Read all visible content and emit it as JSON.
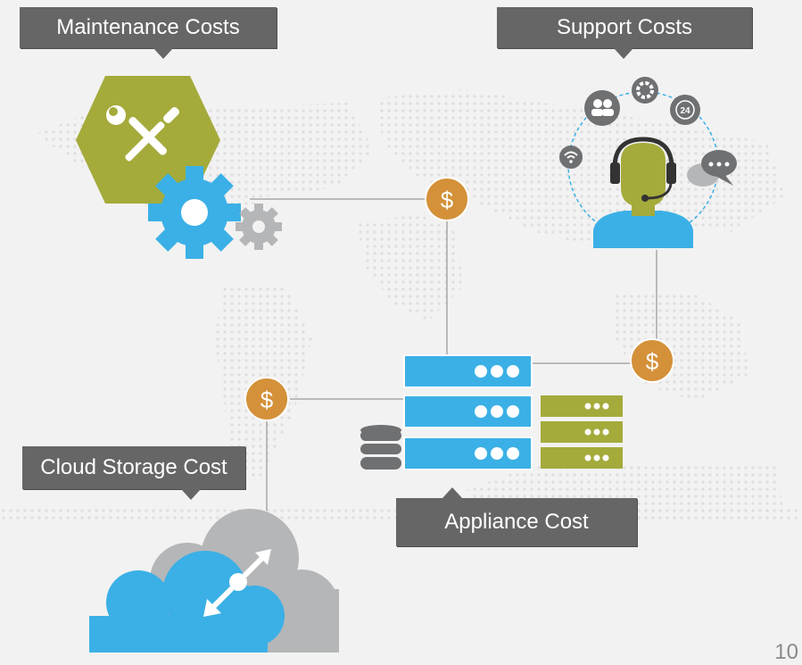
{
  "labels": {
    "maintenance": "Maintenance Costs",
    "support": "Support Costs",
    "cloud_storage": "Cloud Storage Cost",
    "appliance": "Appliance Cost"
  },
  "cost_symbol": "$",
  "support_badge": "24",
  "page_number": "10",
  "colors": {
    "background": "#f2f2f2",
    "callout": "#666667",
    "coin": "#d4913a",
    "blue": "#3bb0e6",
    "olive": "#a4ab3b",
    "gray": "#b5b6b8",
    "dark_gray": "#6f7072"
  },
  "icons": [
    "wrench-icon",
    "screwdriver-icon",
    "gear-icon",
    "headset-person-icon",
    "users-icon",
    "lifebuoy-icon",
    "24-hour-icon",
    "wifi-icon",
    "chat-icon",
    "database-icon",
    "server-icon",
    "cloud-icon",
    "expand-arrows-icon"
  ]
}
